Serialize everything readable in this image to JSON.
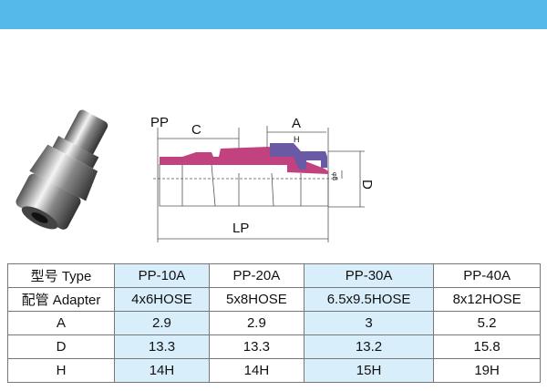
{
  "colors": {
    "band": "#55b9ea",
    "body": "#c2427f",
    "nut": "#6a5aa6",
    "highlight": "#d9eefb"
  },
  "diagram": {
    "model": "PP",
    "labels": {
      "c": "C",
      "a": "A",
      "h": "H",
      "d": "D",
      "b": "φB",
      "lp": "LP"
    }
  },
  "table": {
    "rows": [
      {
        "header": "型号 Type",
        "cells": [
          "PP-10A",
          "PP-20A",
          "PP-30A",
          "PP-40A"
        ]
      },
      {
        "header": "配管 Adapter",
        "cells": [
          "4x6HOSE",
          "5x8HOSE",
          "6.5x9.5HOSE",
          "8x12HOSE"
        ]
      },
      {
        "header": "A",
        "cells": [
          "2.9",
          "2.9",
          "3",
          "5.2"
        ]
      },
      {
        "header": "D",
        "cells": [
          "13.3",
          "13.3",
          "13.2",
          "15.8"
        ]
      },
      {
        "header": "H",
        "cells": [
          "14H",
          "14H",
          "15H",
          "19H"
        ]
      }
    ]
  }
}
